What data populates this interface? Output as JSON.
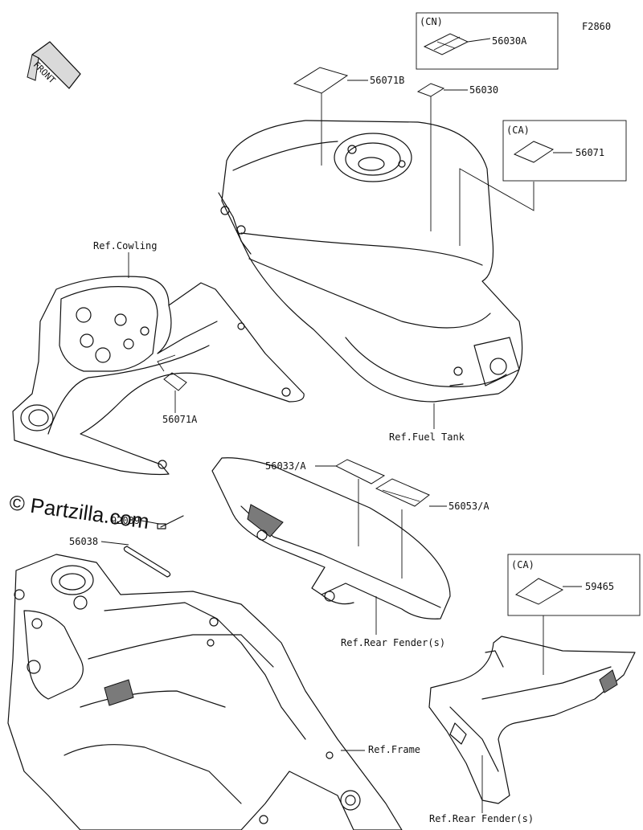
{
  "figure_code": "F2860",
  "front_badge": "FRONT",
  "watermark": "© Partzilla.com",
  "region_boxes": {
    "cn": "(CN)",
    "ca_top": "(CA)",
    "ca_bottom": "(CA)"
  },
  "parts": {
    "p56030A": "56030A",
    "p56071B": "56071B",
    "p56030": "56030",
    "p56071": "56071",
    "p56071A": "56071A",
    "p56033A": "56033/A",
    "p56053A": "56053/A",
    "p92039": "92039",
    "p56038": "56038",
    "p59465": "59465"
  },
  "references": {
    "cowling": "Ref.Cowling",
    "fuel_tank": "Ref.Fuel Tank",
    "rear_fender_1": "Ref.Rear Fender(s)",
    "frame": "Ref.Frame",
    "rear_fender_2": "Ref.Rear Fender(s)"
  }
}
